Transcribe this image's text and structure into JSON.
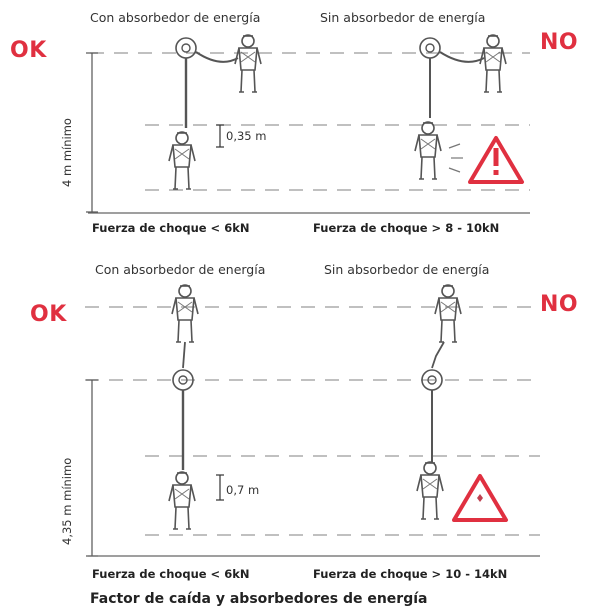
{
  "top_panel": {
    "col_left_label": "Con absorbedor de energía",
    "col_right_label": "Sin absorbedor de energía",
    "ok_label": "OK",
    "no_label": "NO",
    "height_label": "4 m mínimo",
    "fall_label": "0,35 m",
    "force_left": "Fuerza de choque < 6kN",
    "force_right": "Fuerza de choque > 8 - 10kN"
  },
  "bottom_panel": {
    "col_left_label": "Con absorbedor de energía",
    "col_right_label": "Sin absorbedor de energía",
    "ok_label": "OK",
    "no_label": "NO",
    "height_label": "4,35 m mínimo",
    "fall_label": "0,7 m",
    "force_left": "Fuerza de choque < 6kN",
    "force_right": "Fuerza de choque > 10 - 14kN"
  },
  "caption": "Factor de caída y absorbedores de energía",
  "colors": {
    "accent": "#e03040",
    "line": "#555555",
    "dash": "#9a9a9a"
  }
}
